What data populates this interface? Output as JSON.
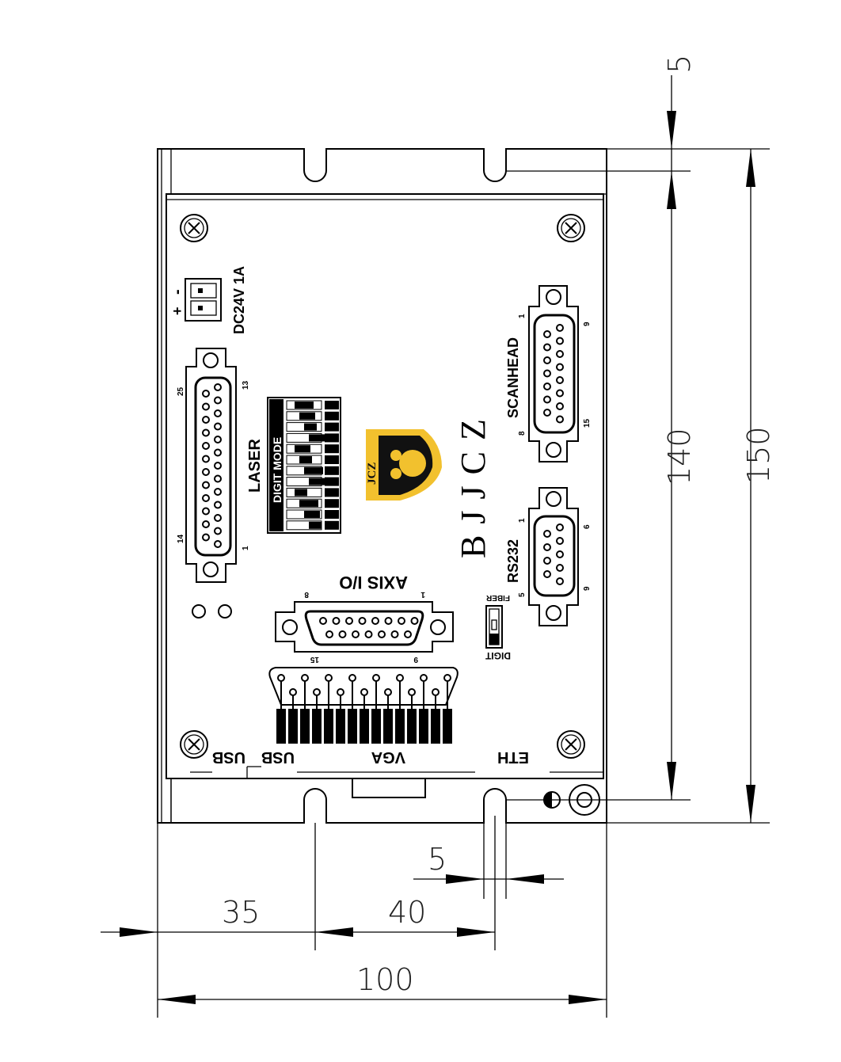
{
  "dimensions": {
    "top_offset": "5",
    "height_inner": "140",
    "height_total": "150",
    "slot_width": "5",
    "left_to_slot": "35",
    "slot_spacing": "40",
    "width_total": "100"
  },
  "labels": {
    "power": "DC24V 1A",
    "plus": "+",
    "minus": "-",
    "laser": "LASER",
    "digit_mode": "DIGIT MODE",
    "axis_io": "AXIS I/O",
    "scanhead": "SCANHEAD",
    "rs232": "RS232",
    "brand": "BJJCZ",
    "logo": "JCZ",
    "fiber": "FIBER",
    "digit": "DIGIT",
    "usb1": "USB",
    "usb2": "USB",
    "vga": "VGA",
    "eth": "ETH"
  },
  "pins": {
    "laser": [
      "13",
      "25",
      "14",
      "1"
    ],
    "scanhead": [
      "1",
      "9",
      "8",
      "15"
    ],
    "rs232": [
      "1",
      "6",
      "5",
      "9"
    ],
    "axis": [
      "8",
      "1",
      "15",
      "9"
    ]
  },
  "colors": {
    "logo_yellow": "#f2c12e",
    "logo_black": "#111111"
  }
}
